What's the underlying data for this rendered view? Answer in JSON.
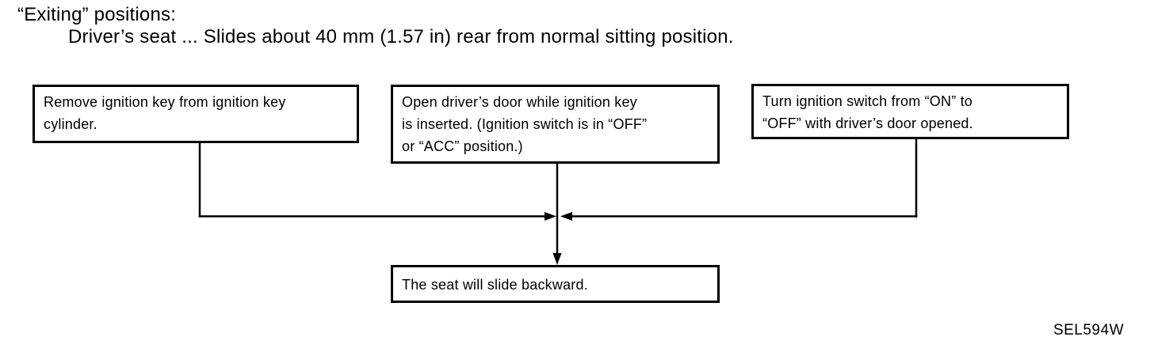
{
  "colors": {
    "ink": "#000000",
    "background": "#ffffff"
  },
  "heading": {
    "line1": "“Exiting” positions:",
    "line2": "Driver’s seat ... Slides about 40 mm (1.57 in) rear from normal sitting position."
  },
  "flowchart": {
    "steps": [
      {
        "name": "remove-key",
        "lines": [
          "Remove ignition key from ignition key",
          "cylinder."
        ]
      },
      {
        "name": "open-door",
        "lines": [
          "Open driver’s door while ignition key",
          "is inserted. (Ignition switch is in “OFF”",
          "or “ACC” position.)"
        ]
      },
      {
        "name": "turn-switch",
        "lines": [
          "Turn ignition switch from “ON” to",
          "“OFF” with driver’s door opened."
        ]
      }
    ],
    "result": {
      "lines": [
        "The seat will slide backward."
      ]
    }
  },
  "figure_code": "SEL594W"
}
